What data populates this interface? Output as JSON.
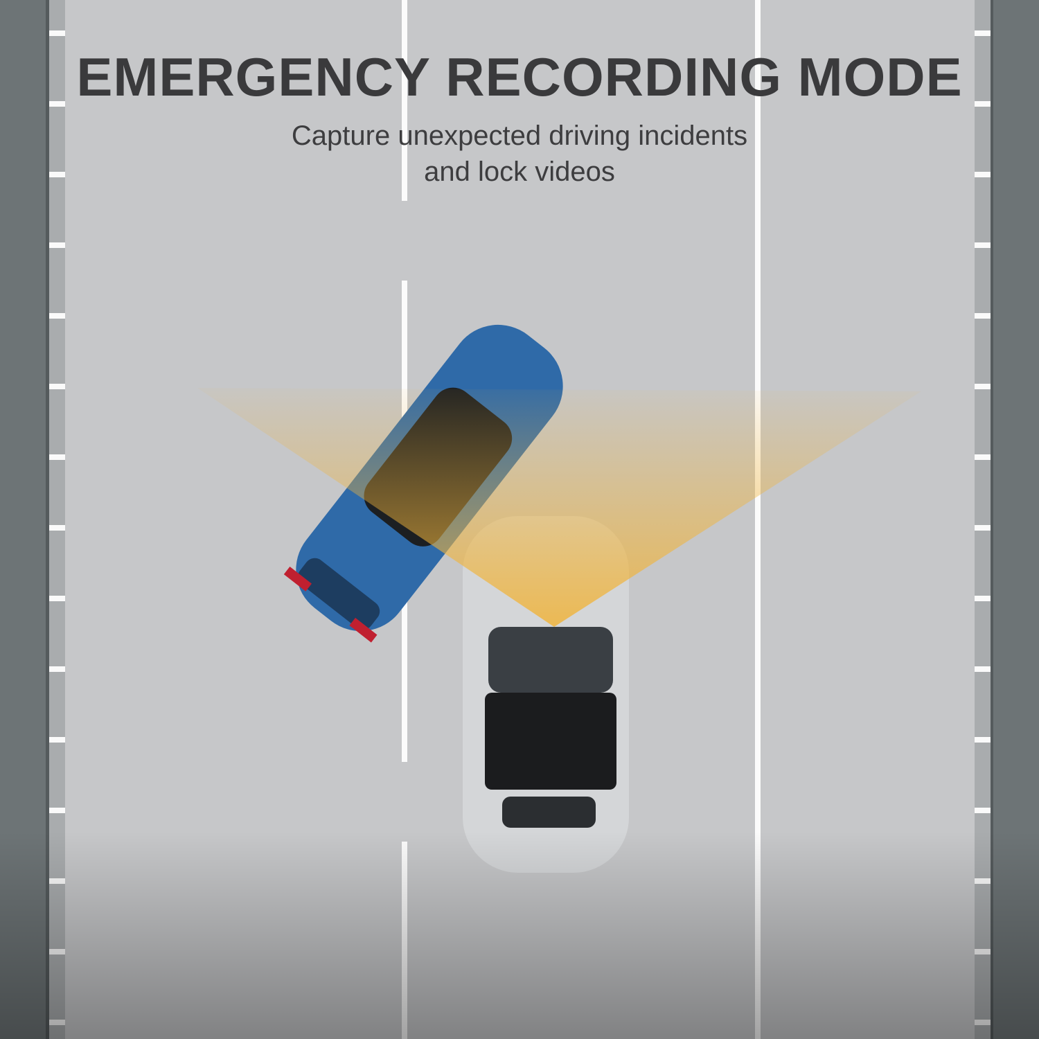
{
  "heading": "EMERGENCY RECORDING MODE",
  "subheading": [
    "Capture unexpected driving incidents",
    "and lock videos"
  ],
  "colors": {
    "road": "#c6c7c9",
    "shoulder": "#6d7476",
    "cone": "#f0b43c",
    "blue_car": "#2f6aa8",
    "silver_car": "#d4d6d8"
  }
}
